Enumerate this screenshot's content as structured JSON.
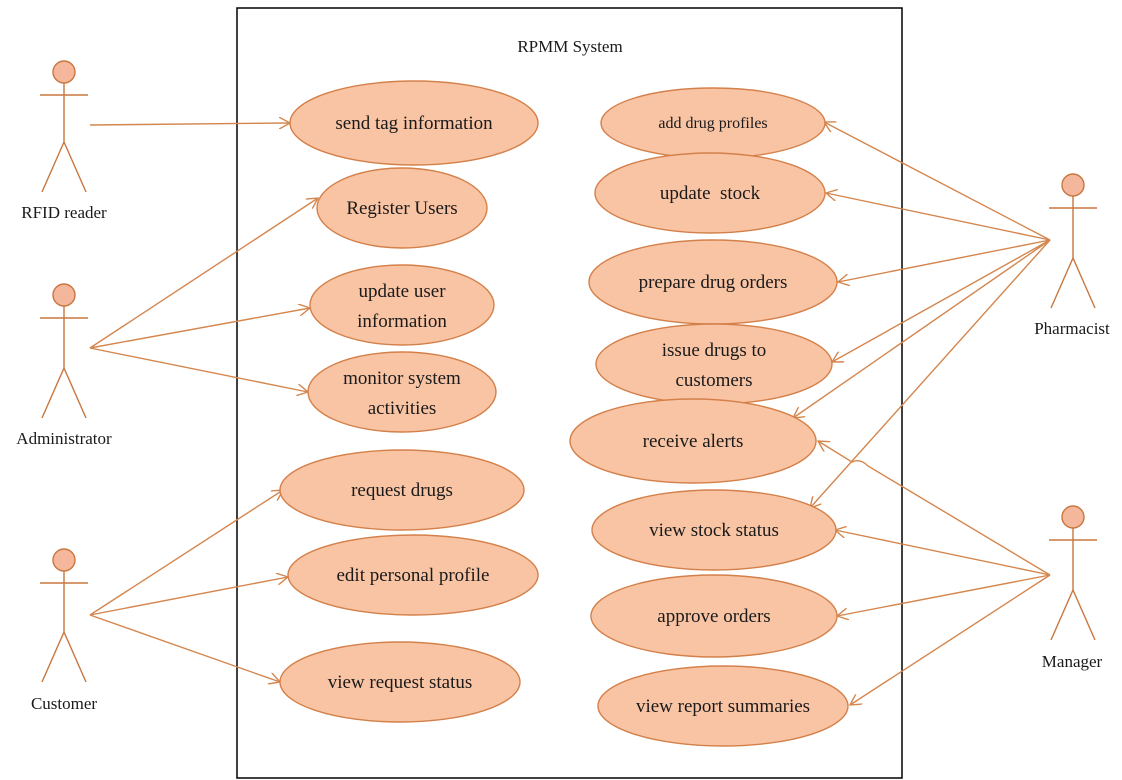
{
  "system": {
    "title": "RPMM System"
  },
  "actors": {
    "rfid_reader": "RFID reader",
    "administrator": "Administrator",
    "customer": "Customer",
    "pharmacist": "Pharmacist",
    "manager": "Manager"
  },
  "use_cases": {
    "send_tag_information": [
      "send tag information"
    ],
    "register_users": [
      "Register Users"
    ],
    "update_user_information": [
      "update user",
      "information"
    ],
    "monitor_system_activities": [
      "monitor system",
      "activities"
    ],
    "request_drugs": [
      "request drugs"
    ],
    "edit_personal_profile": [
      "edit personal profile"
    ],
    "view_request_status": [
      "view request status"
    ],
    "add_drug_profiles": [
      "add drug profiles"
    ],
    "update_stock": [
      "update  stock"
    ],
    "prepare_drug_orders": [
      "prepare drug orders"
    ],
    "issue_drugs_to_customers": [
      "issue drugs to",
      "customers"
    ],
    "receive_alerts": [
      "receive alerts"
    ],
    "view_stock_status": [
      "view stock status"
    ],
    "approve_orders": [
      "approve orders"
    ],
    "view_report_summaries": [
      "view report summaries"
    ]
  },
  "colors": {
    "ellipse_fill": "#f8c4a4",
    "ellipse_stroke": "#d4804a",
    "line": "#d4864e",
    "actor_head_fill": "#f4b79c",
    "actor_stroke": "#c8763e",
    "border": "#000000"
  }
}
